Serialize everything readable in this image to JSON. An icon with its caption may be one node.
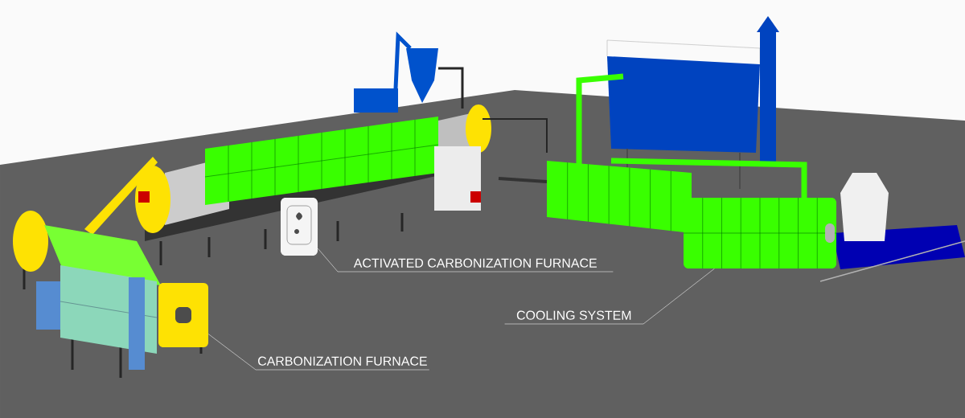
{
  "diagram": {
    "nodes": [
      {
        "text": [
          "ACTIVATED CARBONIZATION FURNACE"
        ]
      },
      {
        "text": [
          "COOLING SYSTEM"
        ]
      },
      {
        "text": [
          "CARBONIZATION FURNACE"
        ]
      },
      {
        "text": [],
        "shape": "picture"
      },
      {
        "text": [],
        "shape": "picture"
      },
      {
        "text": [],
        "shape": "picture"
      }
    ],
    "edges": [
      {
        "from": 0,
        "to": 4,
        "arrow": "none"
      },
      {
        "from": 1,
        "to": 5,
        "arrow": "none"
      },
      {
        "from": 2,
        "to": 3,
        "arrow": "none"
      }
    ]
  }
}
